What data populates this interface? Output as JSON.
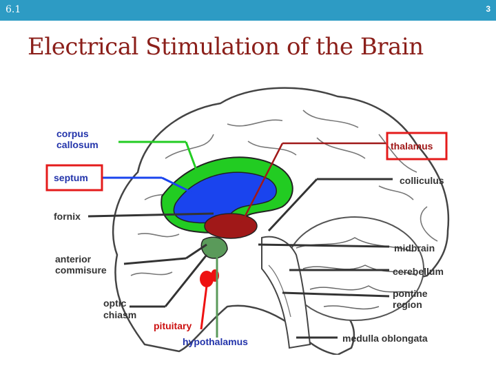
{
  "header": {
    "section": "6.1",
    "page": "3"
  },
  "slide": {
    "title": "Electrical Stimulation of the Brain"
  },
  "diagram": {
    "labels": {
      "corpus_callosum": [
        "corpus",
        "callosum"
      ],
      "septum": "septum",
      "fornix": "fornix",
      "anterior_commisure": [
        "anterior",
        "commisure"
      ],
      "optic_chiasm": [
        "optic",
        "chiasm"
      ],
      "pituitary": "pituitary",
      "hypothalamus": "hypothalamus",
      "thalamus": "thalamus",
      "colliculus": "colliculus",
      "midbrain": "midbrain",
      "cerebellum": "cerebellum",
      "pontine_region": [
        "pontine",
        "region"
      ],
      "medulla_oblongata": "medulla oblongata"
    },
    "highlighted": [
      "thalamus",
      "septum"
    ],
    "colors": {
      "corpus_callosum": "#22cc22",
      "fornix_band": "#1a44ee",
      "thalamus": "#a01818",
      "hypothalamus": "#5a9a5a",
      "pituitary": "#ee1111",
      "highlight_box": "#e41b1b",
      "label_blue": "#2233aa",
      "label_dark": "#333333",
      "label_red": "#cc1111"
    }
  }
}
